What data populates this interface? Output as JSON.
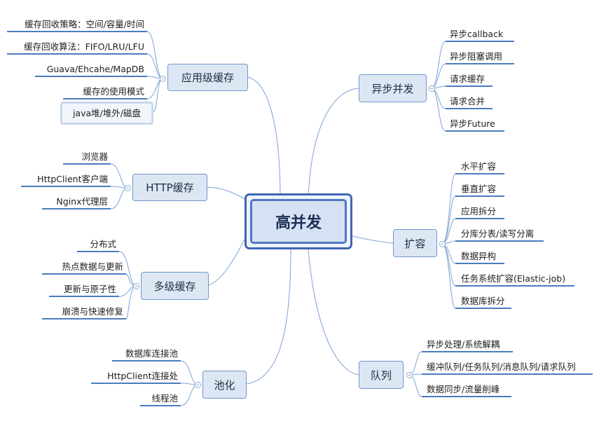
{
  "central": {
    "label": "高并发"
  },
  "branches": {
    "app_cache": {
      "label": "应用级缓存",
      "items": [
        "缓存回收策略：空间/容量/时间",
        "缓存回收算法：FIFO/LRU/LFU",
        "Guava/Ehcahe/MapDB",
        "缓存的使用模式",
        "java堆/堆外/磁盘"
      ]
    },
    "http_cache": {
      "label": "HTTP缓存",
      "items": [
        "浏览器",
        "HttpClient客户端",
        "Nginx代理层"
      ]
    },
    "multi_cache": {
      "label": "多级缓存",
      "items": [
        "分布式",
        "热点数据与更新",
        "更新与原子性",
        "崩溃与快速修复"
      ]
    },
    "pooling": {
      "label": "池化",
      "items": [
        "数据库连接池",
        "HttpClient连接处",
        "线程池"
      ]
    },
    "async": {
      "label": "异步并发",
      "items": [
        "异步callback",
        "异步阻塞调用",
        "请求缓存",
        "请求合并",
        "异步Future"
      ]
    },
    "scale": {
      "label": "扩容",
      "items": [
        "水平扩容",
        "垂直扩容",
        "应用拆分",
        "分库分表/读写分离",
        "数据异构",
        "任务系统扩容(Elastic-job)",
        "数据库拆分"
      ]
    },
    "queue": {
      "label": "队列",
      "items": [
        "异步处理/系统解耦",
        "缓冲队列/任务队列/消息队列/请求队列",
        "数据同步/流量削峰"
      ]
    }
  },
  "colors": {
    "connector": "#7ba2d6",
    "underline": "#4a7cc0",
    "topic_fill": "#dde7f4",
    "topic_border": "#6f97cc",
    "central_border": "#3f66b3"
  }
}
